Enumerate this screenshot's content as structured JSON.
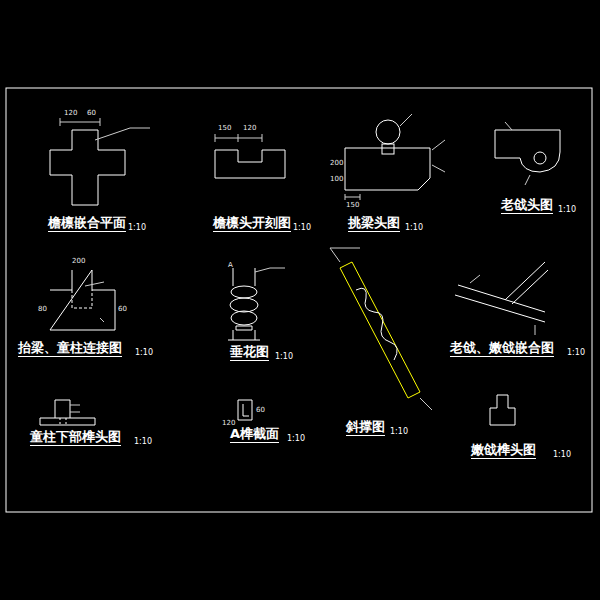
{
  "diagram": {
    "labels": [
      "檐檩嵌合平面",
      "1:10",
      "檐檩头开刻图",
      "1:10",
      "挑梁头图",
      "1:10",
      "老戗头图",
      "1:10",
      "抬梁、童柱连接图",
      "1:10",
      "垂花图",
      "1:10",
      "斜撑图",
      "1:10",
      "老戗、嫩戗嵌合图",
      "1:10",
      "童柱下部榫头图",
      "1:10",
      "A榫截面",
      "1:10",
      "嫩戗榫头图",
      "1:10",
      "120",
      "60",
      "150",
      "120",
      "200",
      "100",
      "150",
      "80",
      "200",
      "60",
      "120",
      "60",
      "A"
    ]
  }
}
